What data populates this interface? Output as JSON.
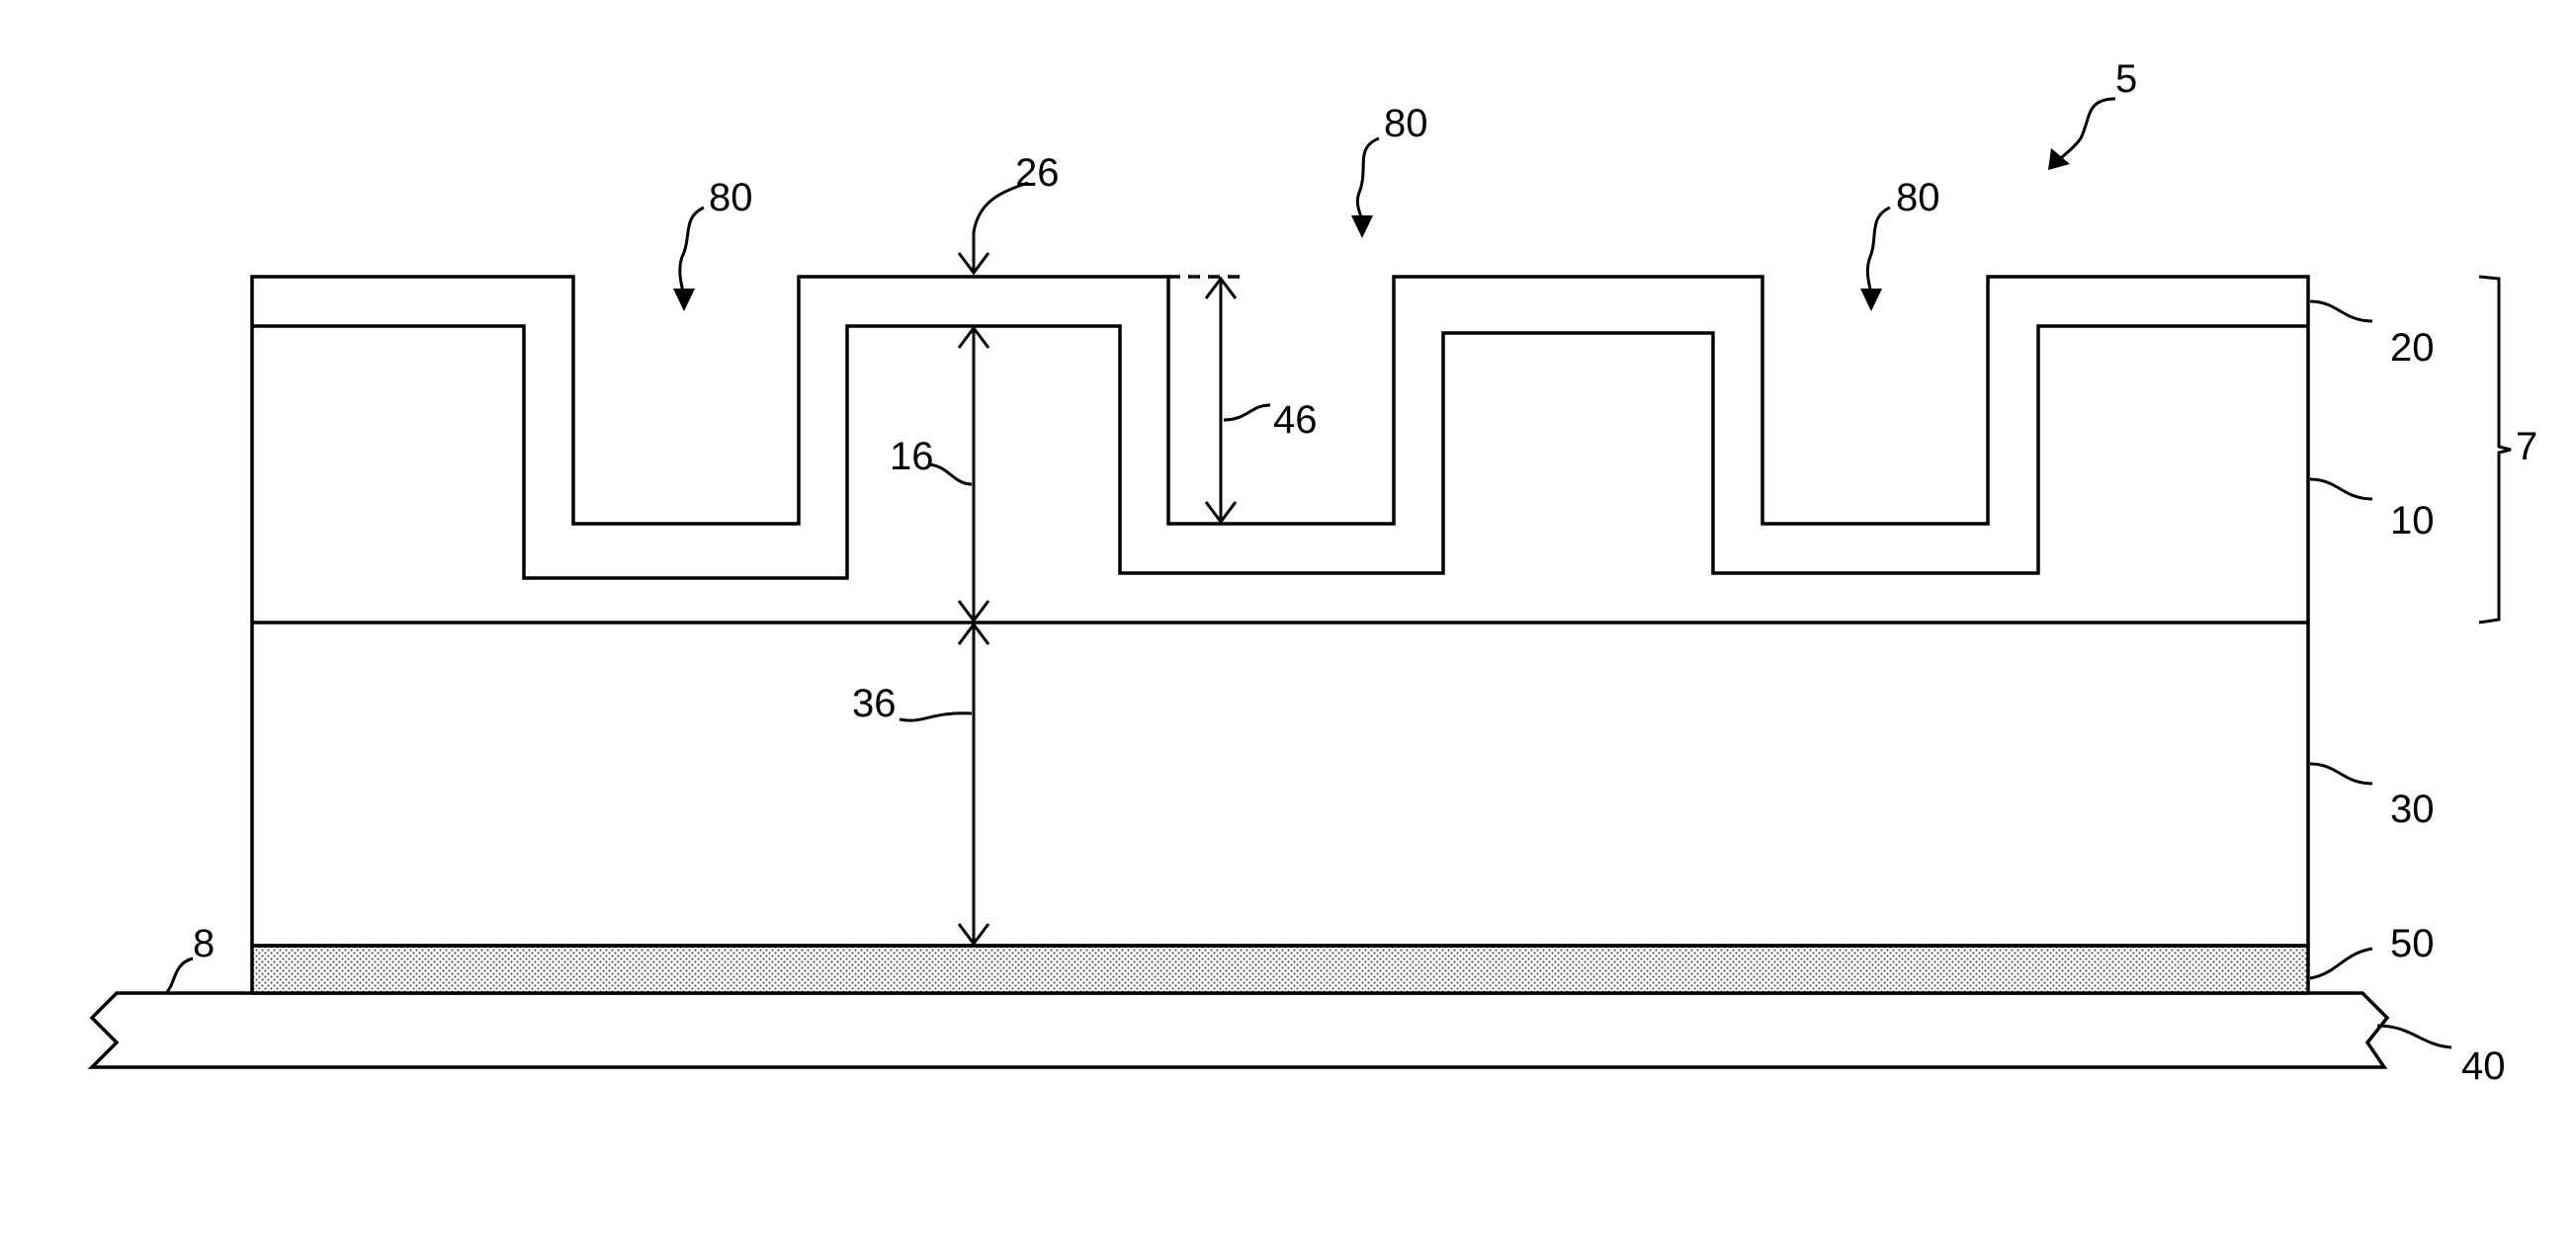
{
  "colors": {
    "line": "#000000",
    "background": "#ffffff",
    "stipple": "#555555"
  },
  "labels": {
    "ref_5": "5",
    "ref_80_left": "80",
    "ref_80_center": "80",
    "ref_80_right": "80",
    "ref_26": "26",
    "ref_20": "20",
    "ref_46": "46",
    "ref_16": "16",
    "ref_10": "10",
    "ref_7": "7",
    "ref_36": "36",
    "ref_30": "30",
    "ref_8": "8",
    "ref_50": "50",
    "ref_40": "40"
  }
}
